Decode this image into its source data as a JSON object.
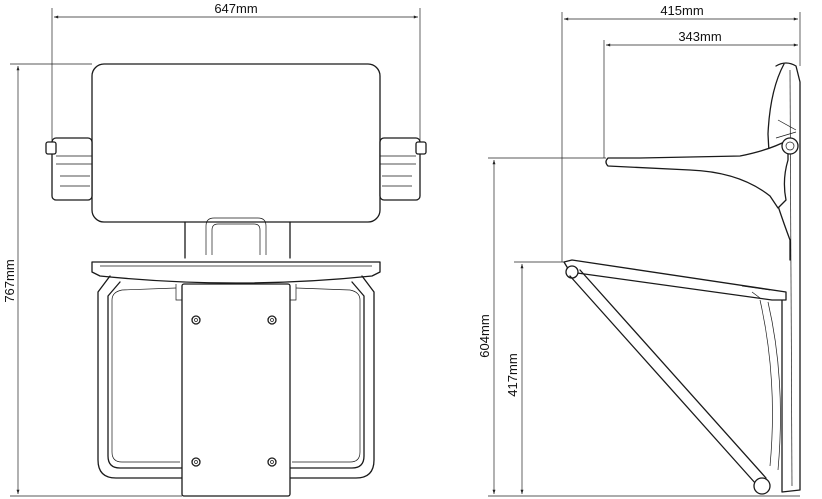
{
  "dimensions": {
    "front_width": "647mm",
    "front_height": "767mm",
    "side_depth": "415mm",
    "arm_depth": "343mm",
    "arm_height": "604mm",
    "seat_height": "417mm"
  },
  "colors": {
    "line": "#1a1a1a",
    "background": "#ffffff"
  }
}
